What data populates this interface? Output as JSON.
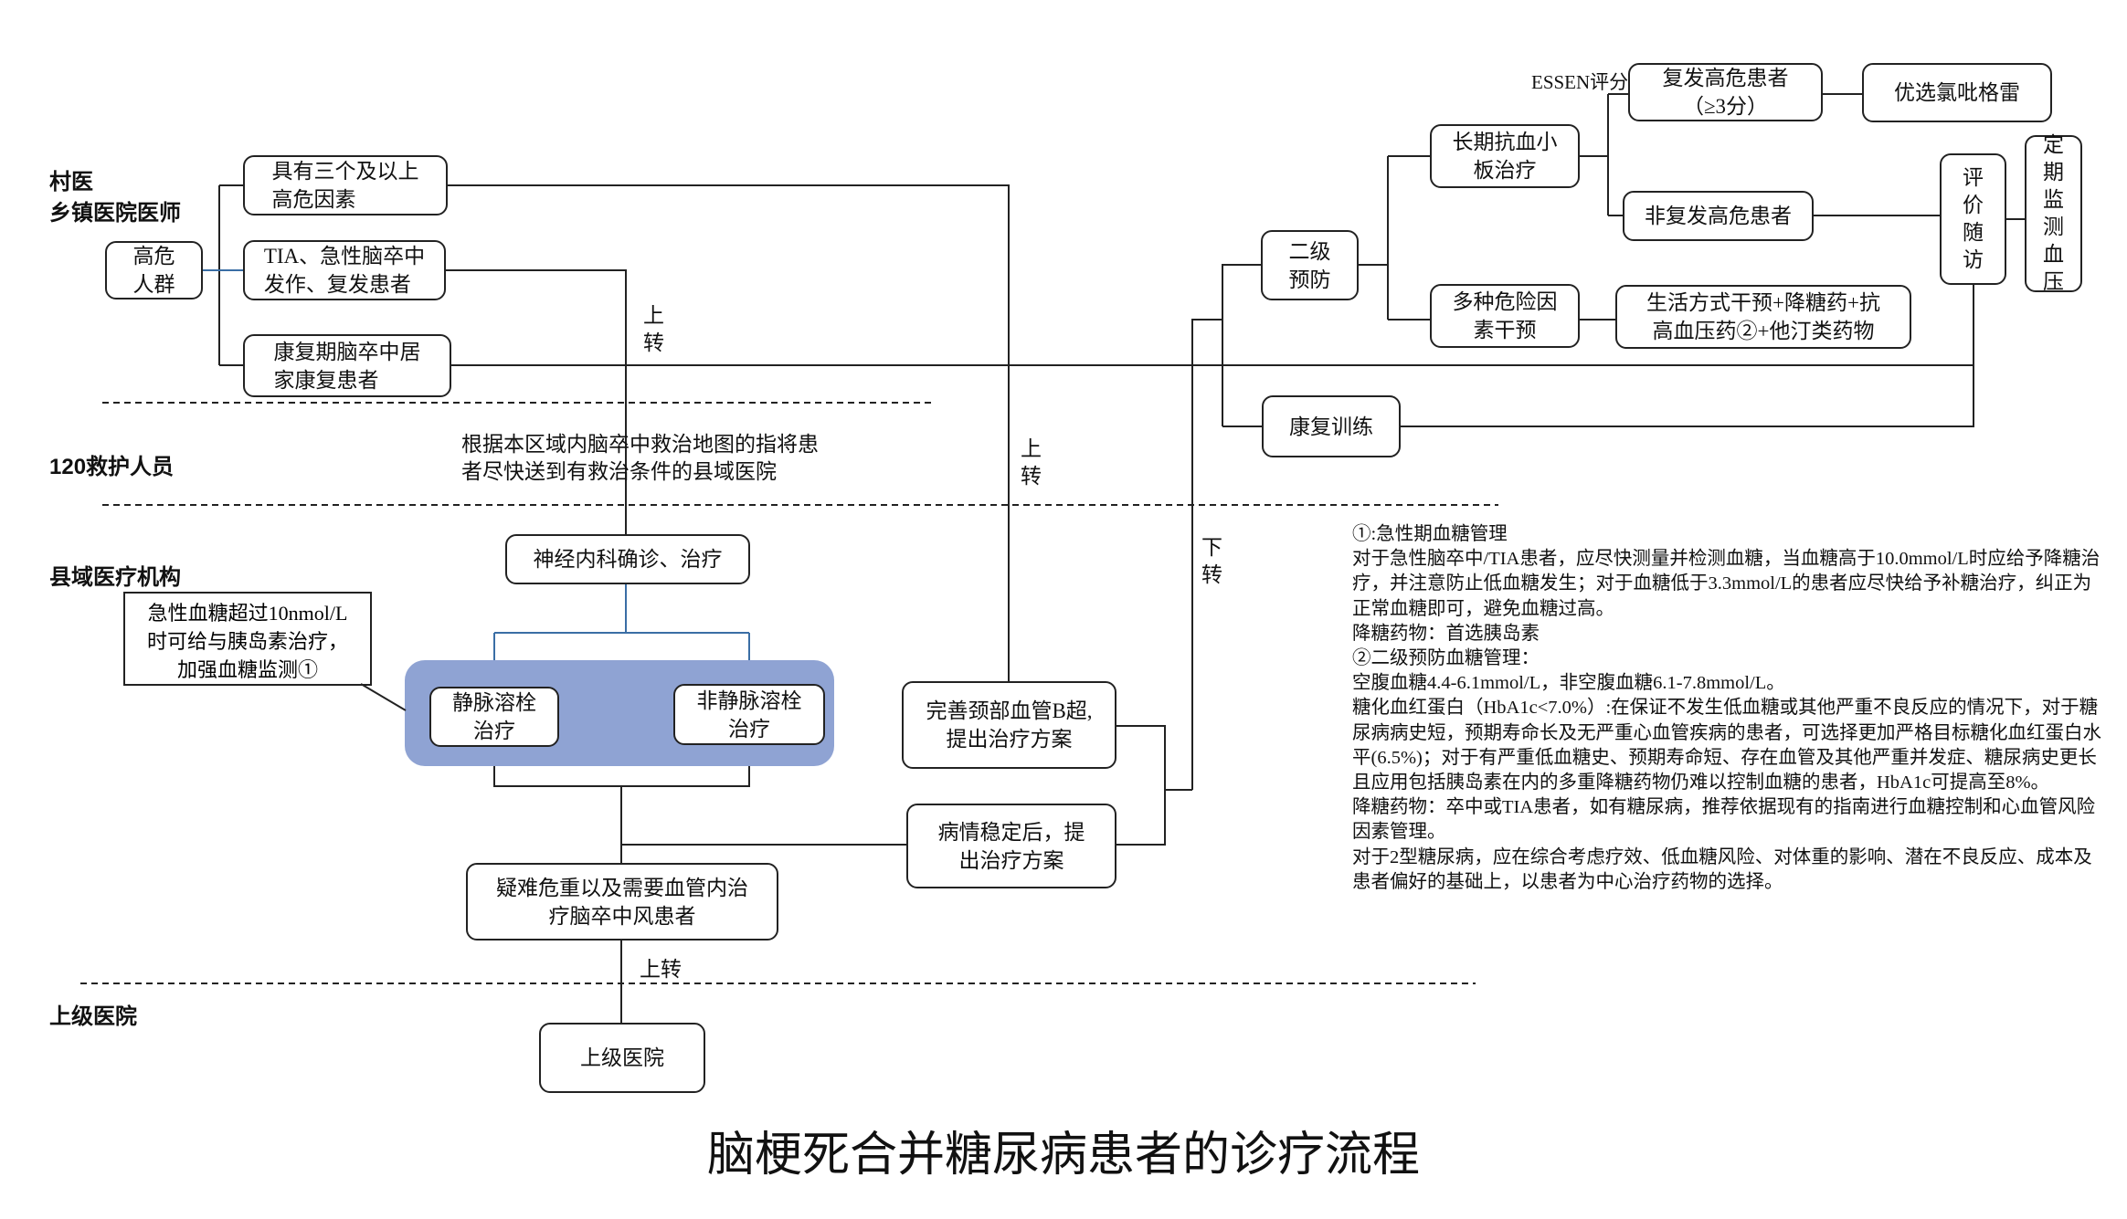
{
  "title": "脑梗死合并糖尿病患者的诊疗流程",
  "layers": {
    "village": "村医\n乡镇医院医师",
    "ambulance": "120救护人员",
    "county": "县域医疗机构",
    "superior": "上级医院"
  },
  "nodes": {
    "high_risk": "高危\n人群",
    "three_factors": "具有三个及以上\n高危因素",
    "tia": "TIA、急性脑卒中\n发作、复发患者",
    "rehab_home": "康复期脑卒中居\n家康复患者",
    "neuro": "神经内科确诊、治疗",
    "iv_thrombo": "静脉溶栓\n治疗",
    "non_iv": "非静脉溶栓\n治疗",
    "difficult": "疑难危重以及需要血管内治\n疗脑卒中风患者",
    "superior_hospital": "上级医院",
    "carotid": "完善颈部血管B超,\n提出治疗方案",
    "stable": "病情稳定后，提\n出治疗方案",
    "secondary": "二级\n预防",
    "rehab_train": "康复训练",
    "antiplatelet": "长期抗血小\n板治疗",
    "risk_intervention": "多种危险因\n素干预",
    "recurrent_high": "复发高危患者\n（≥3分）",
    "non_recurrent": "非复发高危患者",
    "clopidogrel": "优选氯吡格雷",
    "lifestyle": "生活方式干预+降糖药+抗\n高血压药②+他汀类药物",
    "follow_up": "评\n价\n随\n访",
    "bp_monitor": "定\n期\n监\n测\n血\n压"
  },
  "labels": {
    "route_text": "根据本区域内脑卒中救治地图的指将患\n者尽快送到有救治条件的县域医院",
    "up1": "上\n转",
    "up2": "上\n转",
    "down": "下\n转",
    "up3": "上转",
    "essen": "ESSEN评分"
  },
  "callout": "急性血糖超过10nmol/L\n时可给与胰岛素治疗，\n加强血糖监测①",
  "notes": [
    "①:急性期血糖管理",
    "对于急性脑卒中/TIA患者，应尽快测量并检测血糖，当血糖高于10.0mmol/L时应给予降糖治疗，并注意防止低血糖发生；对于血糖低于3.3mmol/L的患者应尽快给予补糖治疗，纠正为正常血糖即可，避免血糖过高。",
    "降糖药物：首选胰岛素",
    "②二级预防血糖管理：",
    "空腹血糖4.4-6.1mmol/L，非空腹血糖6.1-7.8mmol/L。",
    "糖化血红蛋白（HbA1c<7.0%）:在保证不发生低血糖或其他严重不良反应的情况下，对于糖尿病病史短，预期寿命长及无严重心血管疾病的患者，可选择更加严格目标糖化血红蛋白水平(6.5%)；对于有严重低血糖史、预期寿命短、存在血管及其他严重并发症、糖尿病史更长且应用包括胰岛素在内的多重降糖药物仍难以控制血糖的患者，HbA1c可提高至8%。",
    "降糖药物：卒中或TIA患者，如有糖尿病，推荐依据现有的指南进行血糖控制和心血管风险因素管理。",
    "对于2型糖尿病，应在综合考虑疗效、低血糖风险、对体重的影响、潜在不良反应、成本及患者偏好的基础上，以患者为中心治疗药物的选择。"
  ]
}
